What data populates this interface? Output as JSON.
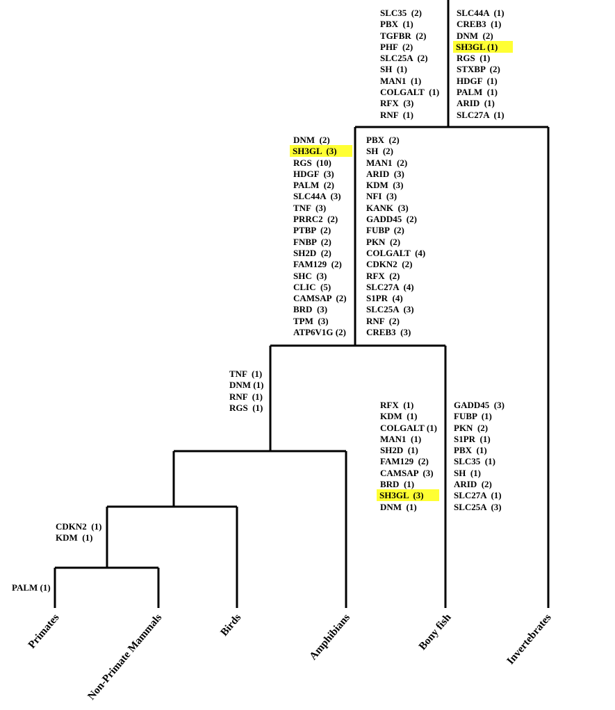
{
  "diagram": {
    "taxa": [
      "Primates",
      "Non-Primate Mammals",
      "Birds",
      "Amphibians",
      "Bony fish",
      "Invertebrates"
    ],
    "highlight_color": "#ffff33",
    "gene_lists": {
      "top_left": [
        "SLC35  (2)",
        "PBX  (1)",
        "TGFBR  (2)",
        "PHF  (2)",
        "SLC25A  (2)",
        "SH  (1)",
        "MAN1  (1)",
        "COLGALT  (1)",
        "RFX  (3)",
        "RNF  (1)"
      ],
      "top_right": [
        "SLC44A  (1)",
        "CREB3  (1)",
        "DNM  (2)",
        "SH3GL (1)",
        "RGS  (1)",
        "STXBP  (2)",
        "HDGF  (1)",
        "PALM  (1)",
        "ARID  (1)",
        "SLC27A  (1)"
      ],
      "mid_left": [
        "DNM  (2)",
        "SH3GL  (3)",
        "RGS  (10)",
        "HDGF  (3)",
        "PALM  (2)",
        "SLC44A  (3)",
        "TNF  (3)",
        "PRRC2  (2)",
        "PTBP  (2)",
        "FNBP  (2)",
        "SH2D  (2)",
        "FAM129  (2)",
        "SHC  (3)",
        "CLIC  (5)",
        "CAMSAP  (2)",
        "BRD  (3)",
        "TPM  (3)",
        "ATP6V1G (2)"
      ],
      "mid_right": [
        "PBX  (2)",
        "SH  (2)",
        "MAN1  (2)",
        "ARID  (3)",
        "KDM  (3)",
        "NFI  (3)",
        "KANK  (3)",
        "GADD45  (2)",
        "FUBP  (2)",
        "PKN  (2)",
        "COLGALT  (4)",
        "CDKN2  (2)",
        "RFX  (2)",
        "SLC27A  (4)",
        "S1PR  (4)",
        "SLC25A  (3)",
        "RNF  (2)",
        "CREB3  (3)"
      ],
      "amphibian_node": [
        "TNF  (1)",
        "DNM (1)",
        "RNF  (1)",
        "RGS  (1)"
      ],
      "fish_left": [
        "RFX  (1)",
        "KDM  (1)",
        "COLGALT (1)",
        "MAN1  (1)",
        "SH2D  (1)",
        "FAM129  (2)",
        "CAMSAP  (3)",
        "BRD  (1)",
        "SH3GL  (3)",
        "DNM  (1)"
      ],
      "fish_right": [
        "GADD45  (3)",
        "FUBP  (1)",
        "PKN  (2)",
        "S1PR  (1)",
        "PBX  (1)",
        "SLC35  (1)",
        "SH  (1)",
        "ARID  (2)",
        "SLC27A  (1)",
        "SLC25A  (3)"
      ],
      "mammal_node": [
        "CDKN2  (1)",
        "KDM  (1)"
      ],
      "primate_branch": [
        "PALM (1)"
      ]
    }
  }
}
